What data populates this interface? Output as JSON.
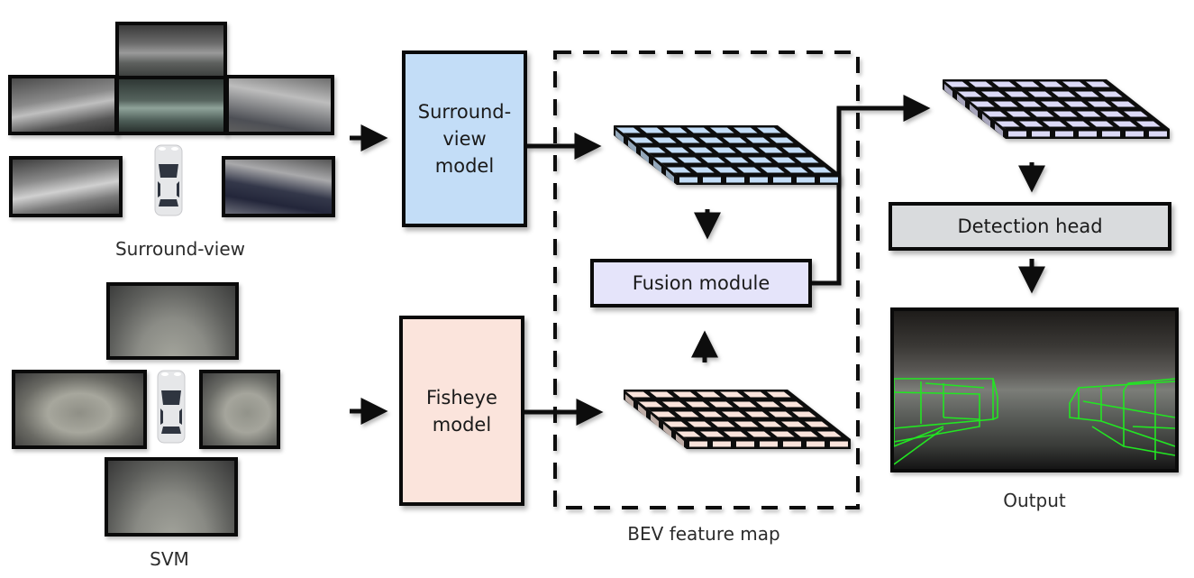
{
  "inputs": {
    "surround_view": {
      "label": "Surround-view",
      "cameras": [
        "front",
        "front-left",
        "front-center",
        "front-right",
        "rear-left",
        "rear-right"
      ]
    },
    "svm": {
      "label": "SVM",
      "cameras": [
        "front",
        "left",
        "right",
        "rear"
      ]
    }
  },
  "models": {
    "surround": {
      "label": "Surround-\nview\nmodel",
      "color": "#c3ddf7"
    },
    "fisheye": {
      "label": "Fisheye\nmodel",
      "color": "#fbe4dc"
    }
  },
  "bev": {
    "label": "BEV feature map",
    "grid_cols": 7,
    "grid_rows": 5,
    "surround_grid_color": "#c3ddf7",
    "fisheye_grid_color": "#fbe4dc",
    "fused_grid_color": "#dcdaf7"
  },
  "fusion": {
    "label": "Fusion module",
    "color": "#e5e4fa"
  },
  "detection": {
    "label": "Detection head",
    "color": "#d9dbdd"
  },
  "output": {
    "label": "Output",
    "box_color": "#22e622"
  }
}
